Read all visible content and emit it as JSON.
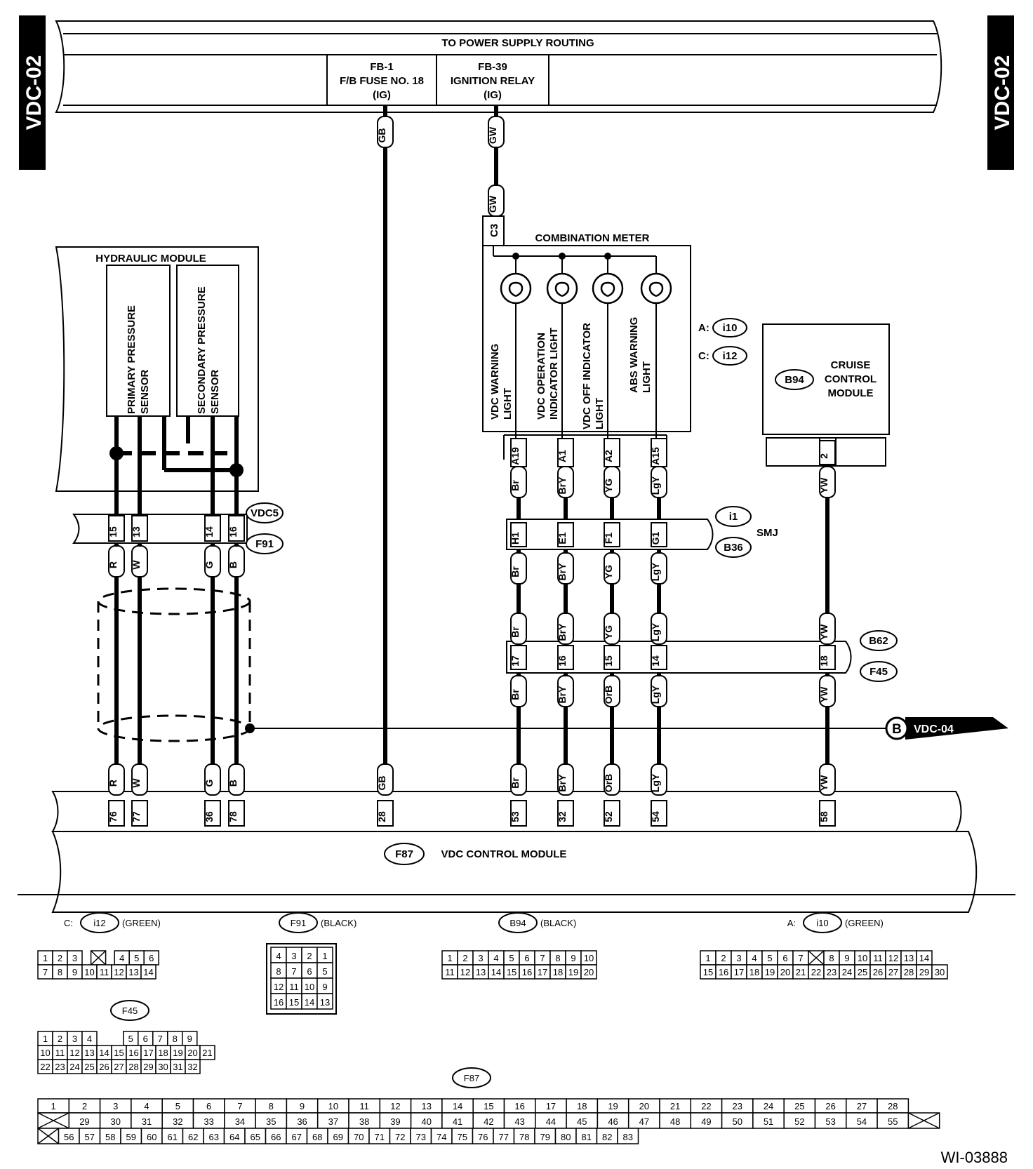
{
  "page_code": "VDC-02",
  "figure_code": "WI-03888",
  "power_supply": {
    "title": "TO POWER SUPPLY ROUTING",
    "fb1": {
      "id": "FB-1",
      "name": "F/B FUSE NO. 18",
      "mode": "(IG)",
      "wire": "GB"
    },
    "fb39": {
      "id": "FB-39",
      "name": "IGNITION RELAY",
      "mode": "(IG)",
      "wire": "GW"
    }
  },
  "hydraulic_module": {
    "title": "HYDRAULIC MODULE",
    "primary_l1": "PRIMARY PRESSURE",
    "primary_l2": "SENSOR",
    "secondary_l1": "SECONDARY PRESSURE",
    "secondary_l2": "SENSOR"
  },
  "combination_meter": {
    "title": "COMBINATION METER",
    "connector": "C3",
    "conn_a_label": "A:",
    "conn_a": "i10",
    "conn_c_label": "C:",
    "conn_c": "i12",
    "lights": [
      {
        "l1": "VDC WARNING",
        "l2": "LIGHT"
      },
      {
        "l1": "VDC OPERATION",
        "l2": "INDICATOR LIGHT"
      },
      {
        "l1": "VDC OFF INDICATOR",
        "l2": "LIGHT"
      },
      {
        "l1": "ABS WARNING",
        "l2": "LIGHT"
      }
    ]
  },
  "cruise_module": {
    "connector": "B94",
    "l1": "CRUISE",
    "l2": "CONTROL",
    "l3": "MODULE"
  },
  "connectors": {
    "vdc5": "VDC5",
    "f91": "F91",
    "i1": "i1",
    "smj": "SMJ",
    "b36": "B36",
    "b62": "B62",
    "f45": "F45",
    "f87": "F87"
  },
  "vdc_control_module": "VDC CONTROL MODULE",
  "ground_ref": {
    "letter": "B",
    "target": "VDC-04"
  },
  "wires": {
    "hyd": [
      {
        "vdc5_pin": "15",
        "color": "R",
        "f87_pin": "76"
      },
      {
        "vdc5_pin": "13",
        "color": "W",
        "f87_pin": "77"
      },
      {
        "vdc5_pin": "14",
        "color": "G",
        "f87_pin": "36"
      },
      {
        "vdc5_pin": "16",
        "color": "B",
        "f87_pin": "78"
      }
    ],
    "gb_f87_pin": "28",
    "meter": [
      {
        "meter_pin": "A19",
        "c1": "Br",
        "smj_pin": "H1",
        "c2": "Br",
        "c3": "Br",
        "b62_pin": "17",
        "c4": "Br",
        "c5": "Br",
        "f87_pin": "53"
      },
      {
        "meter_pin": "A1",
        "c1": "BrY",
        "smj_pin": "E1",
        "c2": "BrY",
        "c3": "BrY",
        "b62_pin": "16",
        "c4": "BrY",
        "c5": "BrY",
        "f87_pin": "32"
      },
      {
        "meter_pin": "A2",
        "c1": "YG",
        "smj_pin": "F1",
        "c2": "YG",
        "c3": "YG",
        "b62_pin": "15",
        "c4": "OrB",
        "c5": "OrB",
        "f87_pin": "52"
      },
      {
        "meter_pin": "A15",
        "c1": "LgY",
        "smj_pin": "G1",
        "c2": "LgY",
        "c3": "LgY",
        "b62_pin": "14",
        "c4": "LgY",
        "c5": "LgY",
        "f87_pin": "54"
      }
    ],
    "cruise": {
      "module_pin": "2",
      "c1": "YW",
      "c2": "YW",
      "b62_pin": "18",
      "c3": "YW",
      "c4": "YW",
      "f87_pin": "58"
    }
  },
  "faces": {
    "i12": {
      "prefix": "C:",
      "code": "i12",
      "color": "(GREEN)"
    },
    "f91": {
      "code": "F91",
      "color": "(BLACK)"
    },
    "b94": {
      "code": "B94",
      "color": "(BLACK)"
    },
    "i10": {
      "prefix": "A:",
      "code": "i10",
      "color": "(GREEN)"
    },
    "f45": {
      "code": "F45"
    },
    "f87": {
      "code": "F87"
    }
  }
}
